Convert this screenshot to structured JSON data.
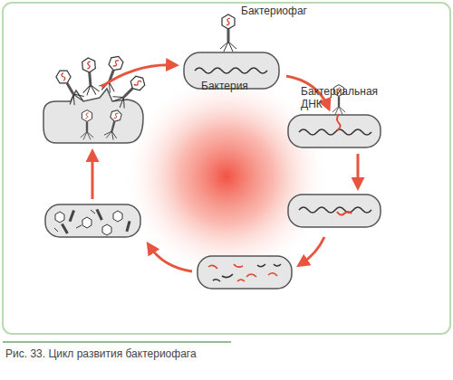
{
  "diagram": {
    "caption": "Рис. 33. Цикл развития бактериофага",
    "labels": [
      "Бактериофаг",
      "Бактерия",
      "Бактериальная ДНК"
    ]
  }
}
